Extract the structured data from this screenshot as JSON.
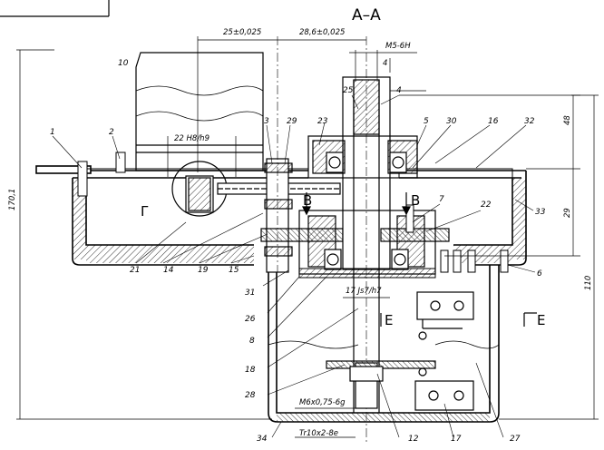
{
  "section_title": "А–А",
  "dimensions": {
    "d_25": "25±0,025",
    "d_28_6": "28,6±0,025",
    "thread_m5": "M5-6H",
    "d_4": "4",
    "fit_22": "22 H8/h9",
    "fit_17": "17 Js7/h7",
    "thread_m6": "M6x0,75-6g",
    "thread_tr": "Tr10x2-8e",
    "h_170": "170,1",
    "h_48": "48",
    "h_29": "29",
    "h_110": "110"
  },
  "section_labels": {
    "v_left": "В",
    "v_right": "В",
    "e_left": "Е",
    "e_right": "Е",
    "g": "Г"
  },
  "part_labels": {
    "p1": "1",
    "p2": "2",
    "p3": "3",
    "p4": "4",
    "p5": "5",
    "p6": "6",
    "p7": "7",
    "p8": "8",
    "p10": "10",
    "p12": "12",
    "p14": "14",
    "p15": "15",
    "p16": "16",
    "p17": "17",
    "p18": "18",
    "p19": "19",
    "p21": "21",
    "p22": "22",
    "p23": "23",
    "p25": "25",
    "p26": "26",
    "p27": "27",
    "p28": "28",
    "p29": "29",
    "p30": "30",
    "p31": "31",
    "p32": "32",
    "p33": "33",
    "p34": "34"
  }
}
